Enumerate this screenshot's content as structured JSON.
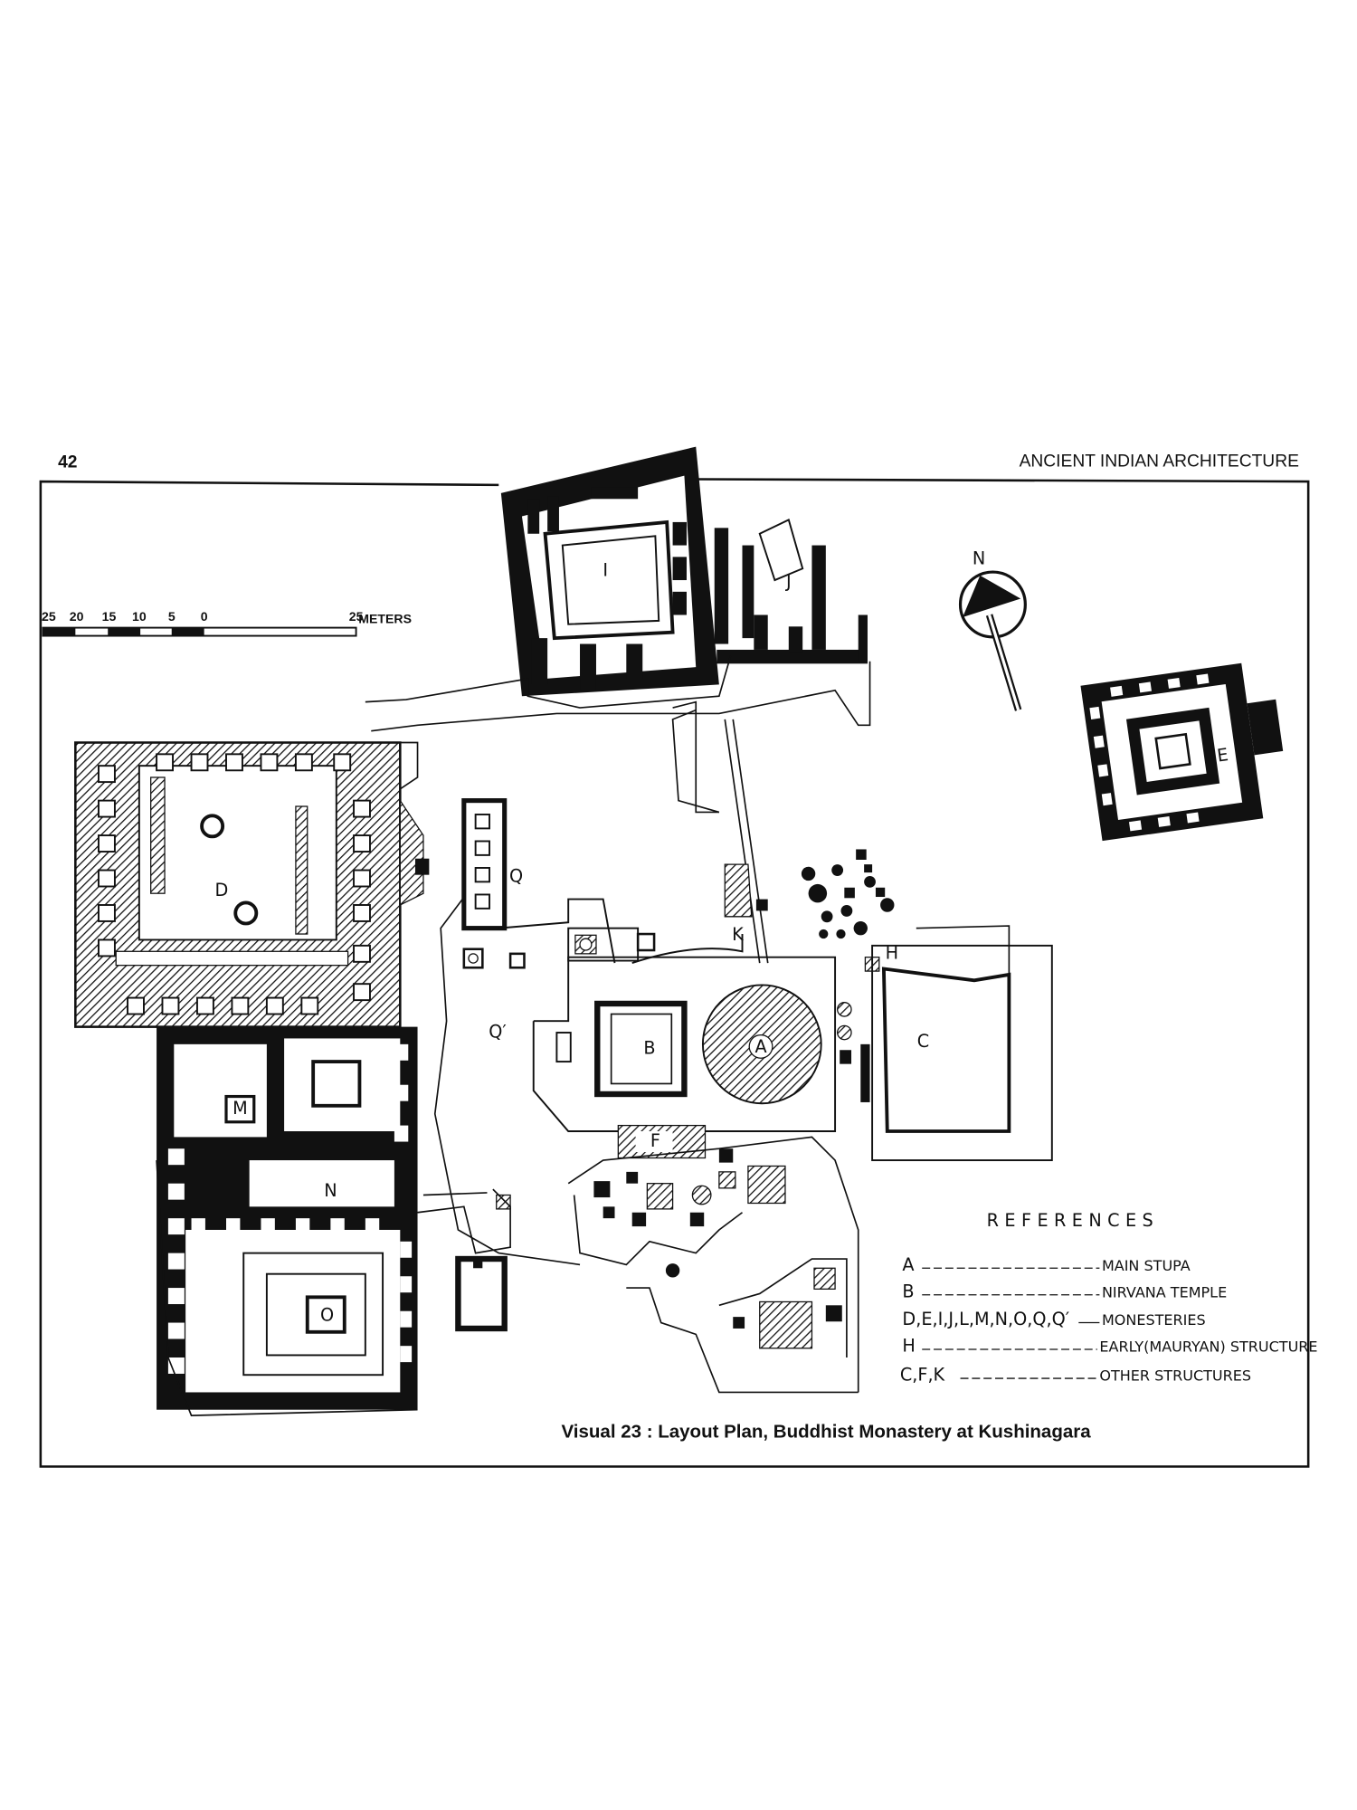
{
  "page": {
    "number": "42",
    "running_head": "ANCIENT INDIAN ARCHITECTURE"
  },
  "scale_bar": {
    "ticks": [
      "25",
      "20",
      "15",
      "10",
      "5",
      "0",
      "25"
    ],
    "unit": "METERS"
  },
  "north_arrow": {
    "label": "N"
  },
  "structures": {
    "A": "A",
    "B": "B",
    "C": "C",
    "D": "D",
    "E": "E",
    "F": "F",
    "H": "H",
    "I": "I",
    "J": "J",
    "K": "K",
    "M": "M",
    "N": "N",
    "O": "O",
    "Q": "Q",
    "Q_prime": "Q′"
  },
  "references": {
    "title": "REFERENCES",
    "items": [
      {
        "key": "A",
        "desc": "MAIN STUPA"
      },
      {
        "key": "B",
        "desc": "NIRVANA TEMPLE"
      },
      {
        "key": "D,E,I,J,L,M,N,O,Q,Q′",
        "desc": "MONESTERIES"
      },
      {
        "key": "H",
        "desc": "EARLY(MAURYAN) STRUCTURE"
      },
      {
        "key": "C,F,K",
        "desc": "OTHER STRUCTURES"
      }
    ]
  },
  "caption": "Visual 23 : Layout Plan, Buddhist Monastery at Kushinagara"
}
